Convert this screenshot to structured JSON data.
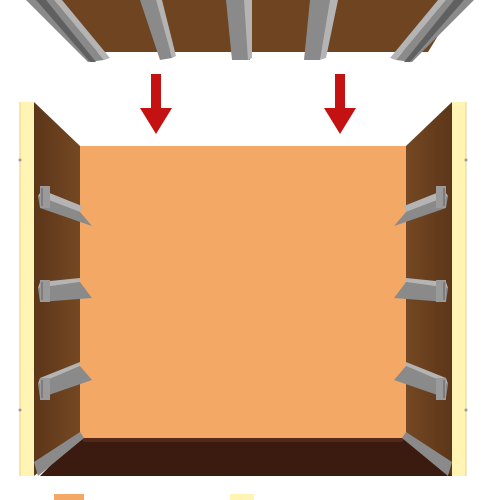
{
  "colors": {
    "background": "#ffffff",
    "rear_wall": "#f4a866",
    "wood_panel": "#6e4421",
    "wood_panel_dark": "#5a3517",
    "floor": "#3b1a10",
    "wall_edge": "#fff4b4",
    "steel_bracket": "#8a8a8a",
    "steel_bracket_light": "#b4b4b4",
    "steel_bracket_dark": "#606060",
    "arrow": "#c41111"
  },
  "icons": [
    "ceiling-panel-illustration",
    "down-arrow-icon",
    "storage-room-illustration",
    "shelf-bracket-icon"
  ],
  "arrows": {
    "count": 2,
    "direction": "down"
  },
  "brackets": {
    "per_side": 3
  }
}
